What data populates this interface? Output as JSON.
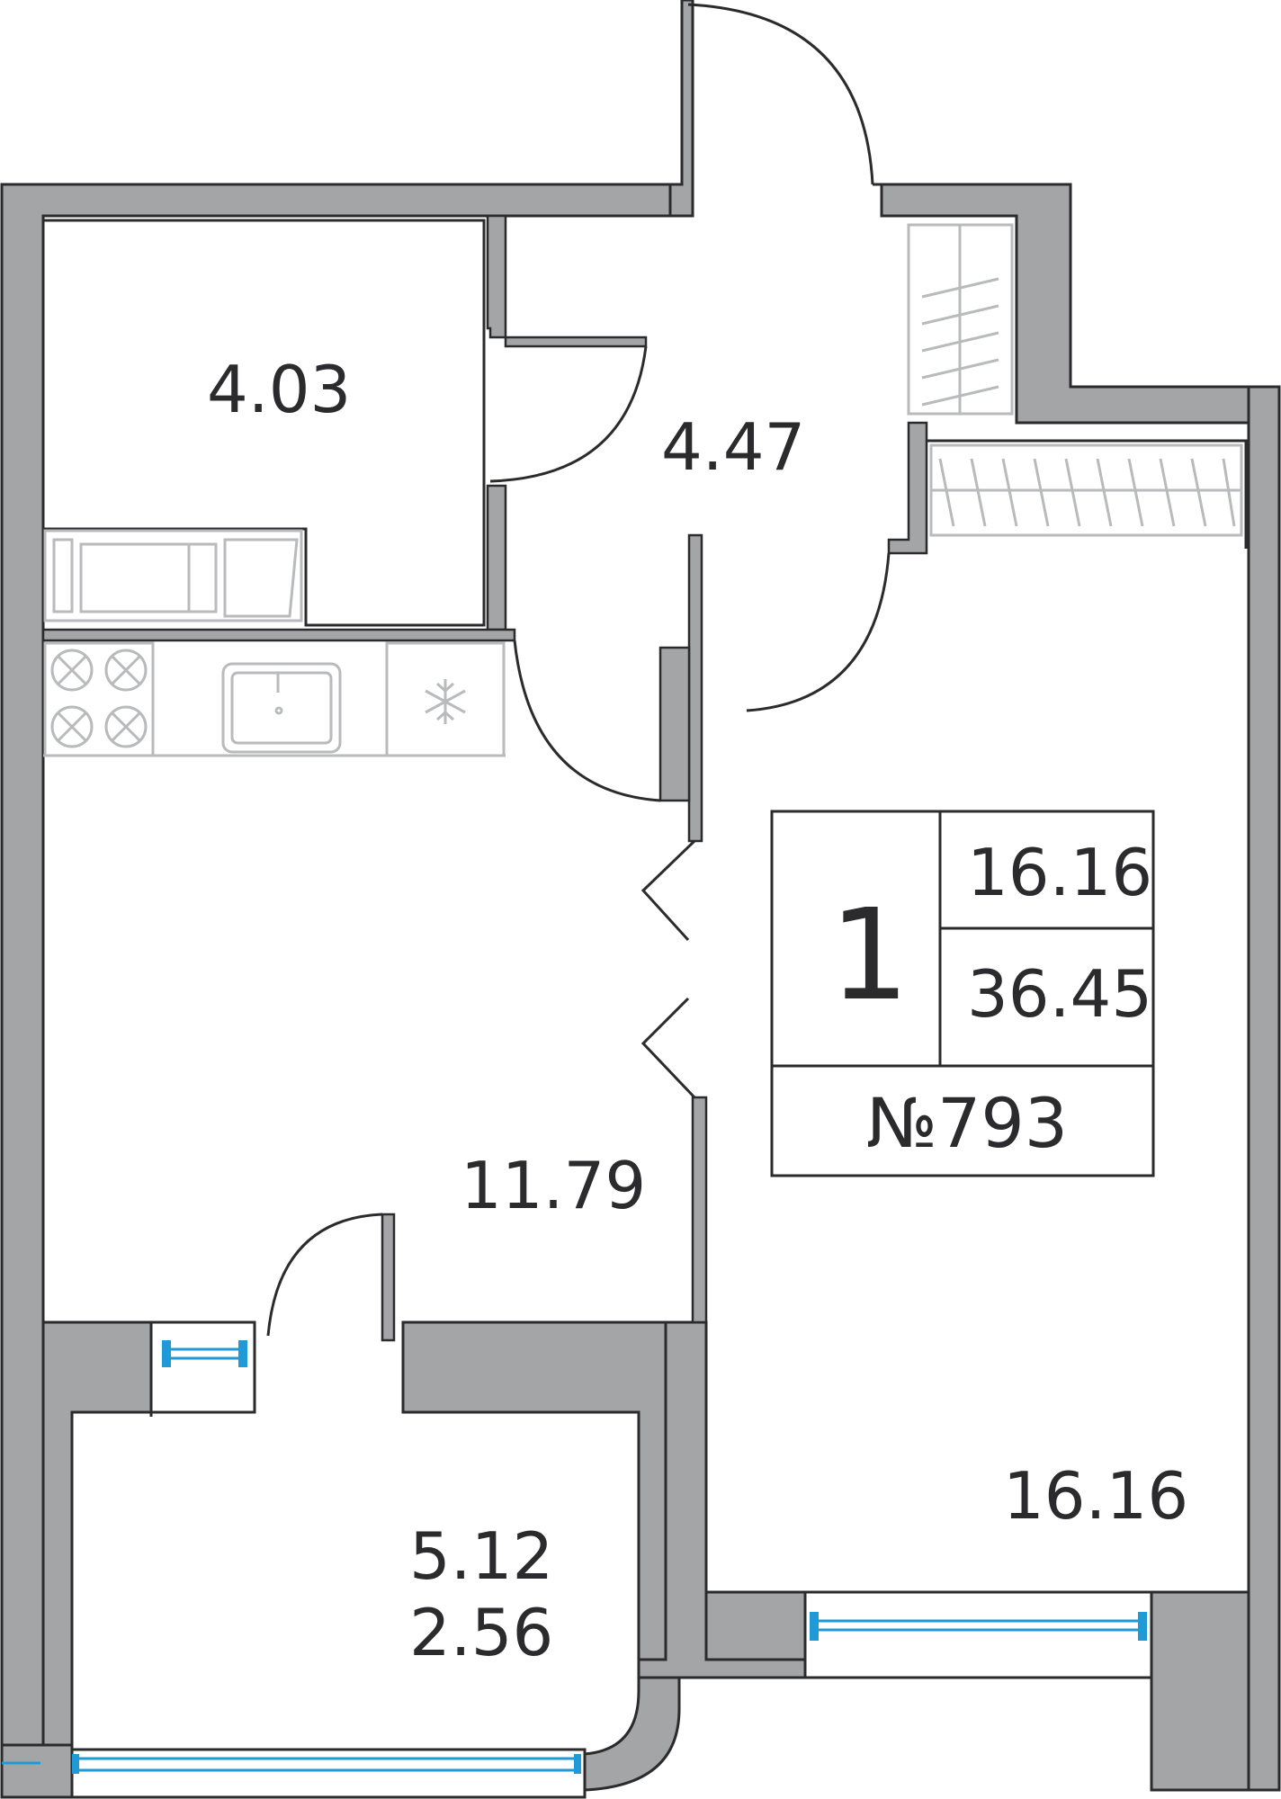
{
  "rooms": {
    "bathroom_area": "4.03",
    "hall_area": "4.47",
    "kitchen_area": "11.79",
    "bedroom_area": "16.16",
    "balcony_area": "5.12",
    "balcony_area_reduced": "2.56"
  },
  "info": {
    "rooms_count": "1",
    "living_area": "16.16",
    "total_area": "36.45",
    "apartment_number": "№793"
  },
  "colors": {
    "wall": "#a4a5a7",
    "outline": "#2b2b2d",
    "furniture": "#b9babc",
    "window": "#1f9ad6"
  }
}
